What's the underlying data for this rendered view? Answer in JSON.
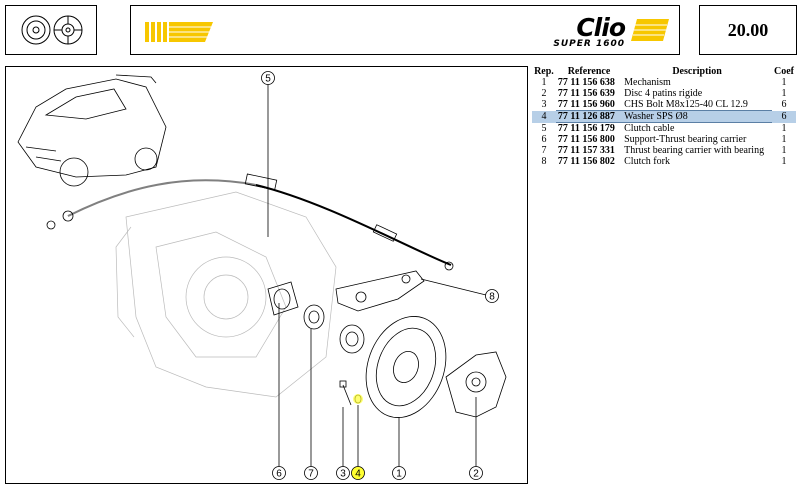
{
  "header": {
    "brand_logo": "Clio",
    "brand_sub": "SUPER 1600",
    "code": "20.00",
    "accent_color": "#f7c700"
  },
  "table": {
    "headers": {
      "rep": "Rep.",
      "reference": "Reference",
      "description": "Description",
      "coef": "Coef"
    },
    "selected_index": 3,
    "rows": [
      {
        "rep": "1",
        "reference": "77 11 156 638",
        "description": "Mechanism",
        "coef": "1"
      },
      {
        "rep": "2",
        "reference": "77 11 156 639",
        "description": "Disc 4 patins rigide",
        "coef": "1"
      },
      {
        "rep": "3",
        "reference": "77 11 156 960",
        "description": "CHS Bolt M8x125-40 CL 12.9",
        "coef": "6"
      },
      {
        "rep": "4",
        "reference": "77 11 126 887",
        "description": "Washer SPS Ø8",
        "coef": "6"
      },
      {
        "rep": "5",
        "reference": "77 11 156 179",
        "description": "Clutch cable",
        "coef": "1"
      },
      {
        "rep": "6",
        "reference": "77 11 156 800",
        "description": "Support-Thrust bearing carrier",
        "coef": "1"
      },
      {
        "rep": "7",
        "reference": "77 11 157 331",
        "description": "Thrust bearing carrier with bearing",
        "coef": "1"
      },
      {
        "rep": "8",
        "reference": "77 11 156 802",
        "description": "Clutch fork",
        "coef": "1"
      }
    ]
  },
  "callouts": {
    "c1": "1",
    "c2": "2",
    "c3": "3",
    "c4": "4",
    "c5": "5",
    "c6": "6",
    "c7": "7",
    "c8": "8",
    "highlight_color": "#ffff33"
  }
}
